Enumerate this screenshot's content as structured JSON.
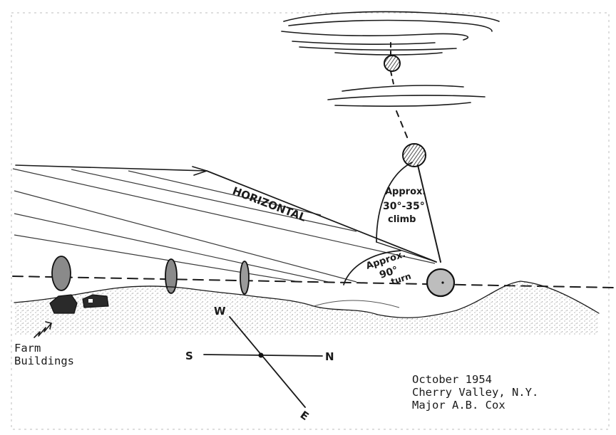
{
  "labels": {
    "horizontal": "HORIZONTAL",
    "climb_line1": "Approx.",
    "climb_line2": "30°-35°",
    "climb_line3": "climb",
    "turn_line1": "Approx.",
    "turn_line2": "90°",
    "turn_line3": "turn",
    "farm_line1": "Farm",
    "farm_line2": "Buildings"
  },
  "compass": {
    "west": "W",
    "south": "S",
    "north": "N",
    "east": "E"
  },
  "caption": {
    "date": "October 1954",
    "place": "Cherry Valley, N.Y.",
    "observer": "Major A.B. Cox"
  },
  "colors": {
    "ink": "#1a1a1a",
    "object_fill": "#8a8a8a",
    "terrain_stipple": "#9a9a9a",
    "paper": "#ffffff"
  }
}
